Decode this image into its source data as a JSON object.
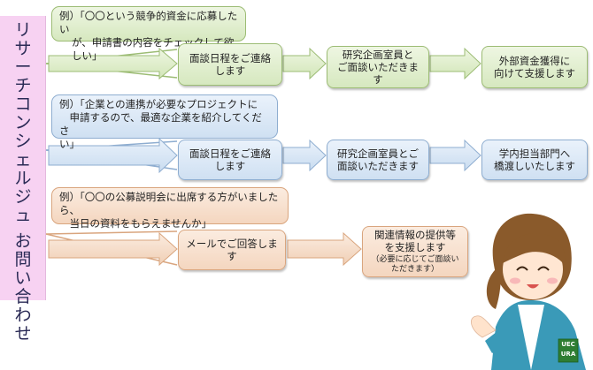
{
  "side_label": [
    "リ",
    "サ",
    "ー",
    "チ",
    "コ",
    "ン",
    "シ",
    "ェ",
    "ル",
    "ジ",
    "ュ",
    "",
    "お",
    "問",
    "い",
    "合",
    "わ",
    "せ"
  ],
  "rows": [
    {
      "example": [
        "例）「〇〇という競争的資金に応募したい",
        "が、申請書の内容をチェックして欲しい」"
      ],
      "step1": [
        "面談日程をご連絡",
        "します"
      ],
      "step2": [
        "研究企画室員と",
        "ご面談いただきま",
        "す"
      ],
      "step3": [
        "外部資金獲得に",
        "向けて支援します"
      ]
    },
    {
      "example": [
        "例）「企業との連携が必要なプロジェクトに",
        "　申請するので、最適な企業を紹介してくださ",
        "い」"
      ],
      "step1": [
        "面談日程をご連絡",
        "します"
      ],
      "step2": [
        "研究企画室員とご",
        "面談いただきます"
      ],
      "step3": [
        "学内担当部門へ",
        "橋渡しいたします"
      ]
    },
    {
      "example": [
        "例）「〇〇の公募説明会に出席する方がいましたら、",
        "　当日の資料をもらえませんか」"
      ],
      "step1": [
        "メールでご回答しま",
        "す"
      ],
      "step2": [
        "関連情報の提供等",
        "を支援します"
      ],
      "step2_note": [
        "（必要に応じてご面談い",
        "ただきます）"
      ]
    }
  ],
  "mascot_badge": [
    "UEC",
    "URA"
  ],
  "colors": {
    "green": "#d6e8bf",
    "blue": "#cfe0f2",
    "orange": "#f4d6bf",
    "pink": "#f7d2f2"
  }
}
